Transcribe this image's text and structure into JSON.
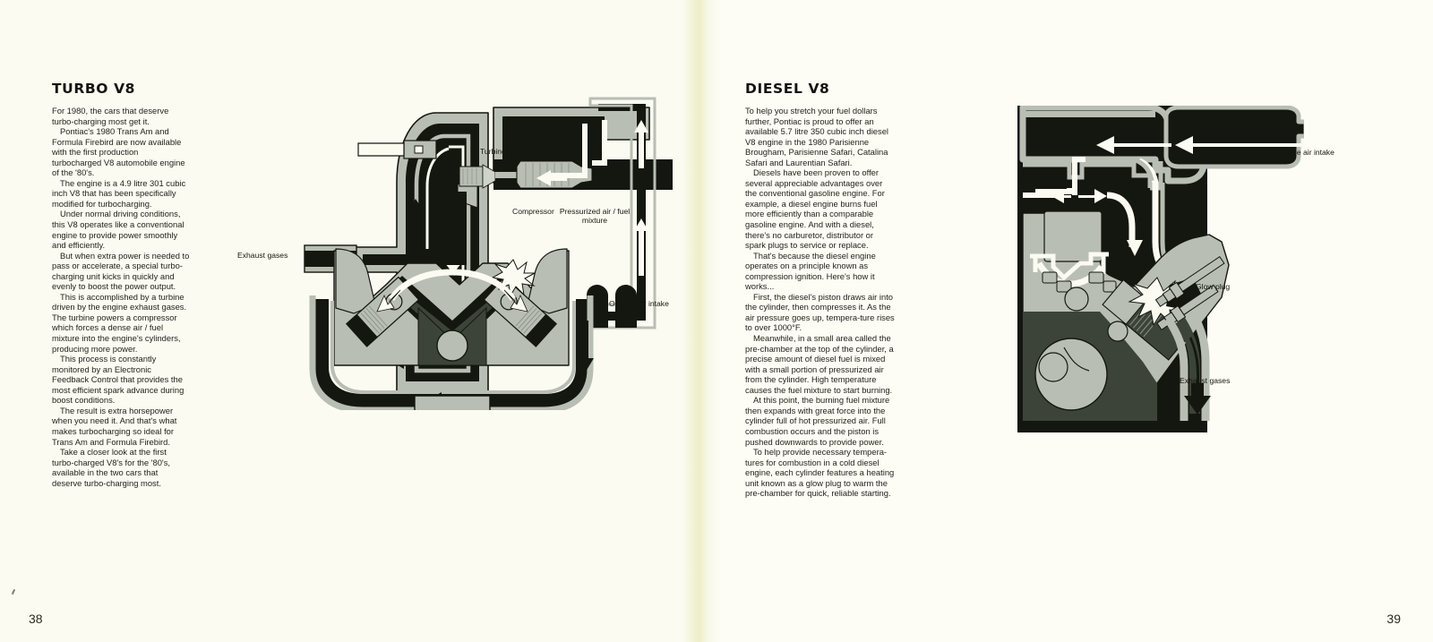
{
  "spread": {
    "background_color": "#fbfbf1",
    "ink_color": "#17170f",
    "diagram_grey": "#b9beb4",
    "diagram_black": "#14170f",
    "diagram_dark_grey": "#3c443a"
  },
  "left_page": {
    "page_number": "38",
    "heading": "TURBO V8",
    "paragraphs": [
      "For 1980, the cars that deserve turbo-charging most get it.",
      "Pontiac's 1980 Trans Am and Formula Firebird are now available with the first production turbocharged V8 automobile engine of the '80's.",
      "The engine is a 4.9 litre 301 cubic inch V8 that has been specifically modified for turbocharging.",
      "Under normal driving conditions, this V8 operates like a conventional engine to provide power smoothly and efficiently.",
      "But when extra power is needed to pass or accelerate, a special turbo-charging unit kicks in quickly and evenly to boost the power output.",
      "This is accomplished by a turbine driven by the engine exhaust gases. The turbine powers a compressor which forces a dense air / fuel mixture into the engine's cylinders, producing more power.",
      "This process is constantly monitored by an Electronic Feedback Control that provides the most efficient spark advance during boost conditions.",
      "The result is extra horsepower when you need it. And that's what makes turbocharging so ideal for Trans Am and Formula Firebird.",
      "Take a closer look at the first turbo-charged V8's for the '80's, available in the two cars that deserve turbo-charging most."
    ],
    "diagram": {
      "name": "turbo-v8-cutaway-diagram",
      "labels": {
        "exhaust_gases": "Exhaust gases",
        "turbine": "Turbine",
        "compressor": "Compressor",
        "pressurized_mixture": "Pressurized air / fuel mixture",
        "outside_air_intake": "Outside air intake"
      }
    }
  },
  "right_page": {
    "page_number": "39",
    "heading": "DIESEL V8",
    "paragraphs": [
      "To help you stretch your fuel dollars further, Pontiac is proud to offer an available 5.7 litre 350 cubic inch diesel V8 engine in the 1980 Parisienne Brougham, Parisienne Safari, Catalina Safari and Laurentian Safari.",
      "Diesels have been proven to offer several appreciable advantages over the conventional gasoline engine. For example, a diesel engine burns fuel more efficiently than a comparable gasoline engine. And with a diesel, there's no carburetor, distributor or spark plugs to service or replace.",
      "That's because the diesel engine operates on a principle known as compression ignition. Here's how it works...",
      "First, the diesel's piston draws air into the cylinder, then compresses it. As the air pressure goes up, tempera-ture rises to over 1000°F.",
      "Meanwhile, in a small area called the pre-chamber at the top of the cylinder, a precise amount of diesel fuel is mixed with a small portion of pressurized air from the cylinder. High temperature causes the fuel mixture to start burning.",
      "At this point, the burning fuel mixture then expands with great force into the cylinder full of hot pressurized air. Full combustion occurs and the piston is pushed downwards to provide power.",
      "To help provide necessary tempera-tures for combustion in a cold diesel engine, each cylinder features a heating unit known as a glow plug to warm the pre-chamber for quick, reliable starting."
    ],
    "diagram": {
      "name": "diesel-v8-cutaway-diagram",
      "labels": {
        "outside_air_intake": "Outside air intake",
        "glow_plug": "Glow plug",
        "exhaust_gases": "Exhaust gases"
      }
    }
  }
}
